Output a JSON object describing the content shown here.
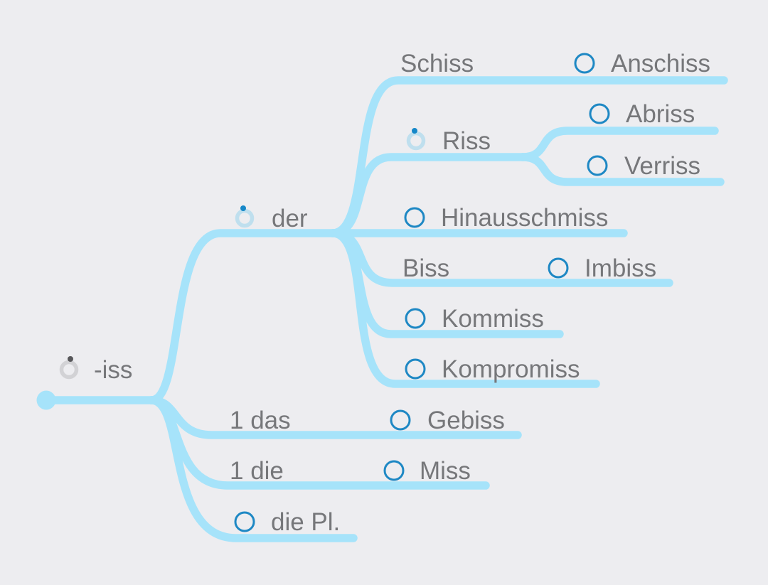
{
  "app": {
    "type": "mindmap-canvas",
    "topic": "German nouns ending in -iss"
  },
  "colors": {
    "background": "#ededf0",
    "branch": "#a6e3fa",
    "circle_stroke": "#1e88c4",
    "label_text": "#76777a",
    "ring_blue": "#bfdfee",
    "ring_gray": "#d2d2d5",
    "dot_blue": "#1587c8",
    "dot_gray": "#57575a"
  },
  "mindmap": {
    "root": {
      "label": "-iss",
      "icon": "progress-ring-gray",
      "children": [
        {
          "label": "der",
          "icon": "progress-ring-blue",
          "children": [
            {
              "label": "Schiss",
              "icon": "none",
              "children": [
                {
                  "label": "Anschiss",
                  "icon": "task-circle"
                }
              ]
            },
            {
              "label": "Riss",
              "icon": "progress-ring-blue",
              "children": [
                {
                  "label": "Abriss",
                  "icon": "task-circle"
                },
                {
                  "label": "Verriss",
                  "icon": "task-circle"
                }
              ]
            },
            {
              "label": "Hinausschmiss",
              "icon": "task-circle"
            },
            {
              "label": "Biss",
              "icon": "none",
              "children": [
                {
                  "label": "Imbiss",
                  "icon": "task-circle"
                }
              ]
            },
            {
              "label": "Kommiss",
              "icon": "task-circle"
            },
            {
              "label": "Kompromiss",
              "icon": "task-circle"
            }
          ]
        },
        {
          "label": "1 das",
          "icon": "none",
          "children": [
            {
              "label": "Gebiss",
              "icon": "task-circle"
            }
          ]
        },
        {
          "label": "1 die",
          "icon": "none",
          "children": [
            {
              "label": "Miss",
              "icon": "task-circle"
            }
          ]
        },
        {
          "label": "die Pl.",
          "icon": "task-circle"
        }
      ]
    }
  }
}
